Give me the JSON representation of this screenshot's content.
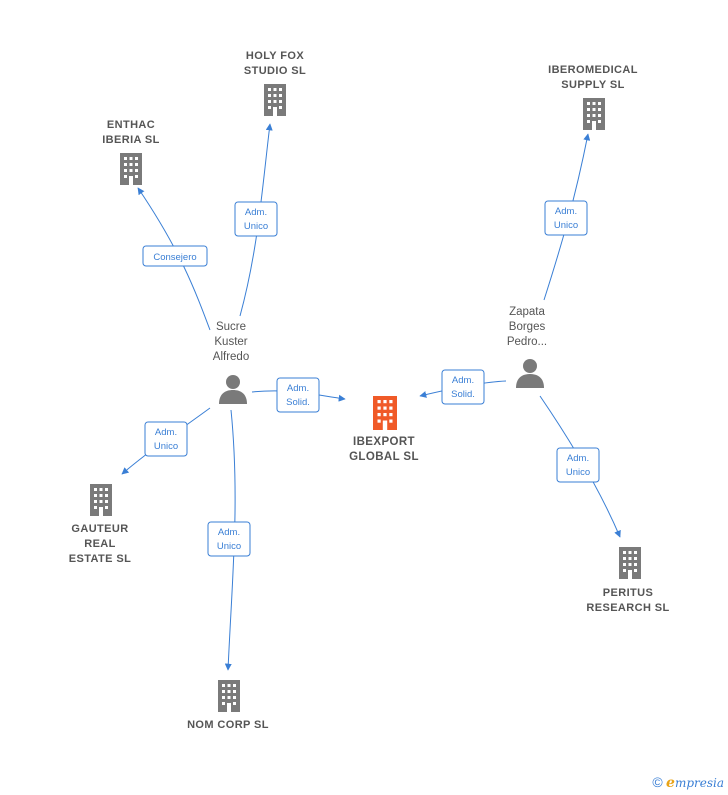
{
  "nodes": {
    "holy_fox": {
      "lines": [
        "HOLY FOX",
        "STUDIO  SL"
      ],
      "type": "company"
    },
    "enthac": {
      "lines": [
        "ENTHAC",
        "IBERIA  SL"
      ],
      "type": "company"
    },
    "iberomedical": {
      "lines": [
        "IBEROMEDICAL",
        "SUPPLY  SL"
      ],
      "type": "company"
    },
    "ibexport": {
      "lines": [
        "IBEXPORT",
        "GLOBAL  SL"
      ],
      "type": "focus-company"
    },
    "gauteur": {
      "lines": [
        "GAUTEUR",
        "REAL",
        "ESTATE  SL"
      ],
      "type": "company"
    },
    "nom_corp": {
      "lines": [
        "NOM CORP  SL"
      ],
      "type": "company"
    },
    "peritus": {
      "lines": [
        "PERITUS",
        "RESEARCH  SL"
      ],
      "type": "company"
    },
    "sucre": {
      "lines": [
        "Sucre",
        "Kuster",
        "Alfredo"
      ],
      "type": "person"
    },
    "zapata": {
      "lines": [
        "Zapata",
        "Borges",
        "Pedro..."
      ],
      "type": "person"
    }
  },
  "edges": {
    "sucre_holyfox": {
      "lines": [
        "Adm.",
        "Unico"
      ]
    },
    "sucre_enthac": {
      "lines": [
        "Consejero"
      ]
    },
    "sucre_ibexport": {
      "lines": [
        "Adm.",
        "Solid."
      ]
    },
    "sucre_gauteur": {
      "lines": [
        "Adm.",
        "Unico"
      ]
    },
    "sucre_nomcorp": {
      "lines": [
        "Adm.",
        "Unico"
      ]
    },
    "zapata_iberomedical": {
      "lines": [
        "Adm.",
        "Unico"
      ]
    },
    "zapata_ibexport": {
      "lines": [
        "Adm.",
        "Solid."
      ]
    },
    "zapata_peritus": {
      "lines": [
        "Adm.",
        "Unico"
      ]
    }
  },
  "colors": {
    "edge": "#3a7fd5",
    "company_icon": "#7a7a7a",
    "focus_icon": "#f05a28",
    "person_icon": "#7a7a7a"
  },
  "footer": {
    "copyright": "©",
    "brand_initial": "e",
    "brand_rest": "mpresia"
  }
}
